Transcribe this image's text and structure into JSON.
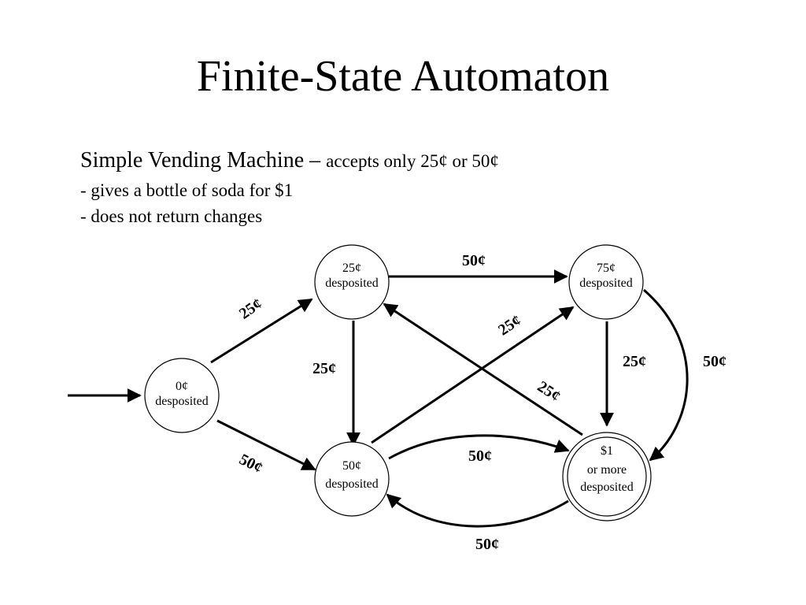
{
  "title": "Finite-State Automaton",
  "subtitle": {
    "main": "Simple Vending Machine – ",
    "detail": "accepts only 25¢ or 50¢"
  },
  "bullets": [
    "- gives a bottle of soda for $1",
    "- does not return changes"
  ],
  "states": {
    "s0": [
      "0¢",
      "desposited"
    ],
    "s25": [
      "25¢",
      "desposited"
    ],
    "s50": [
      "50¢",
      "desposited"
    ],
    "s75": [
      "75¢",
      "desposited"
    ],
    "s100": [
      "$1",
      "or more",
      "desposited"
    ]
  },
  "edge_labels": {
    "s0_s25": "25¢",
    "s0_s50": "50¢",
    "s25_s75": "50¢",
    "s25_s50": "25¢",
    "s50_s75": "25¢",
    "s75_s100_25": "25¢",
    "s75_s100_50": "50¢",
    "s100_s25": "25¢",
    "s50_s100": "50¢",
    "s100_s50": "50¢"
  }
}
